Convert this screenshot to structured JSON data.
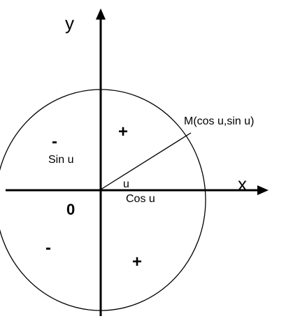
{
  "axes": {
    "x_label": "x",
    "y_label": "y",
    "origin_label": "0"
  },
  "point_label": "M(cos u,sin u)",
  "angle_label": "u",
  "sine_label": "Sin u",
  "cosine_label": "Cos u",
  "quadrant_signs": {
    "upper_left": "-",
    "upper_right": "+",
    "lower_left": "-",
    "lower_right": "+"
  },
  "colors": {
    "stroke": "#000000",
    "background": "#ffffff"
  }
}
